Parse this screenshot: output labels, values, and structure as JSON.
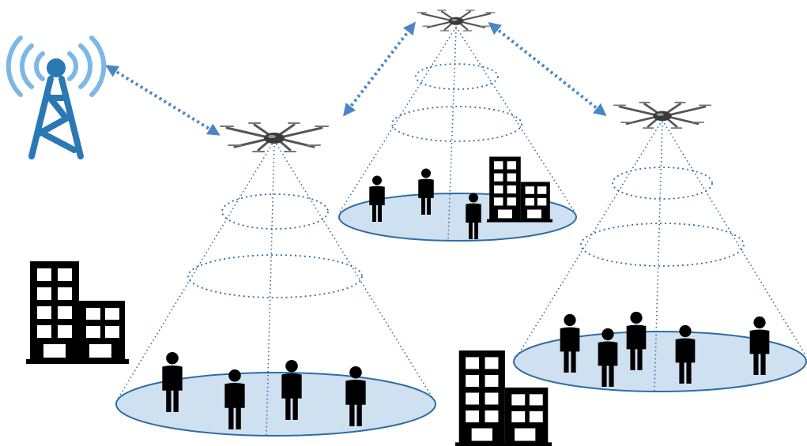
{
  "colors": {
    "tower": "#2a78b4",
    "signal_waves": "#7cb8e6",
    "link_arrow": "#4a86c5",
    "beam_outline": "#2e6da4",
    "coverage_fill": "#cfe0f0",
    "building": "#000000",
    "person": "#000000",
    "drone_arm": "#555555"
  },
  "icons": {
    "ground_station": "cell-tower-icon",
    "uav": "drone-icon",
    "user": "person-icon",
    "obstacle": "building-icon"
  },
  "scene": {
    "drone_count": 3,
    "building_count": 3,
    "users_per_cell": [
      4,
      3,
      5
    ]
  }
}
